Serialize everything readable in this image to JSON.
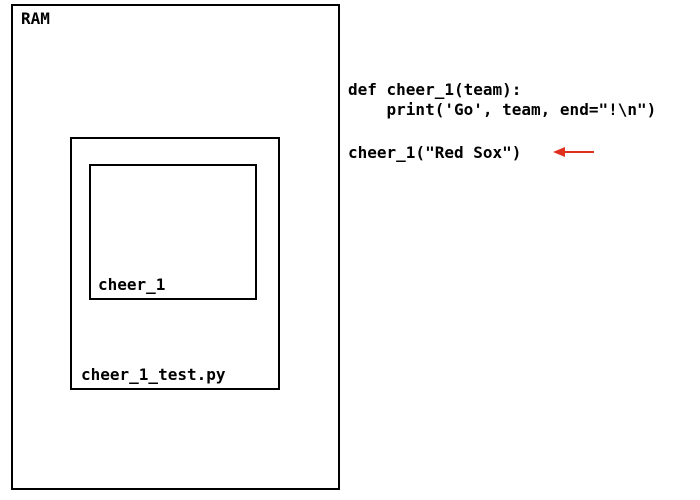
{
  "diagram": {
    "ram_label": "RAM",
    "file_label": "cheer_1_test.py",
    "function_label": "cheer_1"
  },
  "code": {
    "line_1": "def cheer_1(team):",
    "line_2": "    print('Go', team, end=\"!\\n\")",
    "line_3": "cheer_1(\"Red Sox\")"
  },
  "colors": {
    "arrow": "#e0301e"
  },
  "icons": {
    "arrow": "arrow-left-icon"
  }
}
